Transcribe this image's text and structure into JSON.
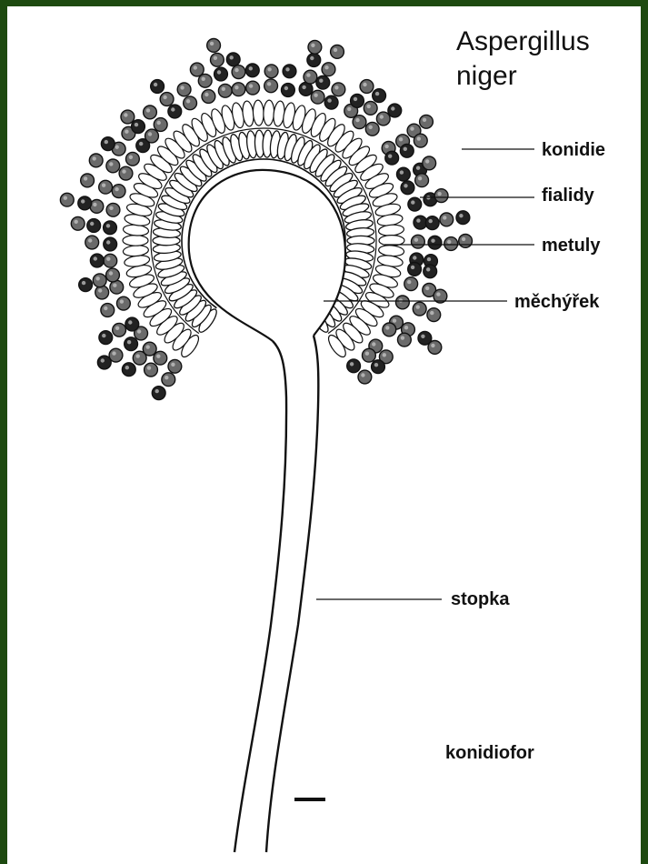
{
  "title": {
    "line1": "Aspergillus",
    "line2": "niger"
  },
  "labels": {
    "konidie": "konidie",
    "fialidy": "fialidy",
    "metuly": "metuly",
    "mechyrek": "měchýřek",
    "stopka": "stopka",
    "konidiofor": "konidiofor"
  },
  "colors": {
    "border": "#1e4a10",
    "background": "#ffffff",
    "ink": "#111111"
  }
}
